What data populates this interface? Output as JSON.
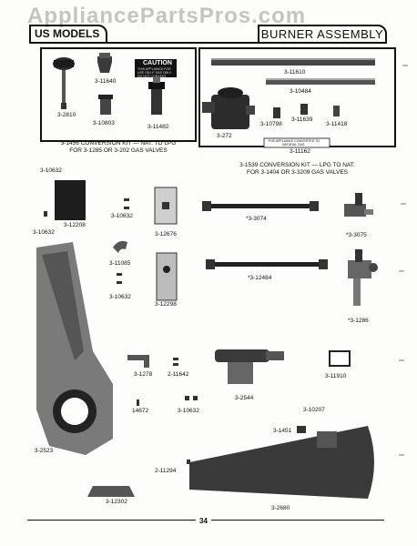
{
  "watermark": "AppliancePartsPros.com",
  "header": {
    "left_tab": "US MODELS",
    "right_tab": "BURNER ASSEMBLY"
  },
  "kits": {
    "lpg": {
      "caption_line1": "3-1456 CONVERSION KIT — NAT. TO LPG",
      "caption_line2": "FOR 3-1285 OR 3-202 GAS VALVES",
      "caution_title": "CAUTION",
      "caution_text": [
        "THIS APPLIANCE FOR",
        "USE ON LP GAS ONLY",
        "DO NOT CONVERT"
      ]
    },
    "nat": {
      "caption_line1": "3-1539 CONVERSION KIT — LPG TO NAT.",
      "caption_line2": "FOR 3-1404 OR 3-3209 GAS VALVES",
      "tag_text": [
        "THIS APPLIANCE CONVERTED TO",
        "NATURAL GAS"
      ]
    }
  },
  "parts": {
    "p3_11640": "3-11640",
    "p3_2810": "3-2810",
    "p3_10803": "3-10803",
    "p3_11482": "3-11482",
    "p3_11610": "3-11610",
    "p3_10484": "3-10484",
    "p3_272": "3-272",
    "p3_10798": "3-10798",
    "p3_11639": "3-11639",
    "p3_11418": "3-11418",
    "p3_11162": "3-11162",
    "p3_10632_top": "3-10632",
    "p3_12208": "3-12208",
    "p3_10632_left": "3-10632",
    "p3_10632_mid": "3-10632",
    "p3_12676": "3-12676",
    "p3_3074": "*3-3074",
    "p3_3075": "*3-3075",
    "p3_11085": "3-11085",
    "p3_10632_low": "3-10632",
    "p3_12298": "3-12298",
    "p3_12484": "*3-12484",
    "p3_1286": "*3-1286",
    "p3_1278": "3-1278",
    "p2_11642": "2-11642",
    "p3_2544": "3-2544",
    "p3_11910": "3-11910",
    "p14672": "14672",
    "p3_10632_bot": "3-10632",
    "p3_10207": "3-10207",
    "p3_2523": "3-2523",
    "p3_1451": "3-1451",
    "p2_11294": "2-11294",
    "p3_12302": "3-12302",
    "p3_2680": "3-2680"
  },
  "footer": {
    "page_number": "34"
  }
}
